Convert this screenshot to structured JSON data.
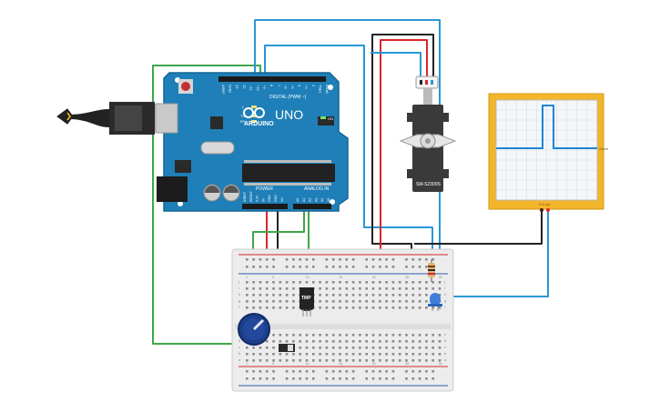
{
  "arduino": {
    "brand": "ARDUINO",
    "model": "UNO",
    "on_label": "ON",
    "digital_label": "DIGITAL (PWM ~)",
    "power_label": "POWER",
    "analog_label": "ANALOG IN",
    "led_labels": [
      "L",
      "TX",
      "RX"
    ],
    "digital_pins": [
      "AREF",
      "GND",
      "13",
      "12",
      "~11",
      "~10",
      "~9",
      "8",
      "7",
      "~6",
      "~5",
      "4",
      "~3",
      "2",
      "TX▸1",
      "RX◂0"
    ],
    "power_pins": [
      "IOREF",
      "RESET",
      "3.3V",
      "5V",
      "GND",
      "GND",
      "Vin"
    ],
    "analog_pins": [
      "A0",
      "A1",
      "A2",
      "A3",
      "A4",
      "A5"
    ],
    "board_color": "#1f7fb8"
  },
  "servo": {
    "model": "SM-S2309S"
  },
  "oscilloscope": {
    "side_label": "Wave",
    "bottom_label": "0.5 ms",
    "frame_color": "#f3b52a",
    "trace_color": "#1f84d6"
  },
  "sensor": {
    "label": "TMP"
  },
  "breadboard": {
    "row_letters_top": [
      "j",
      "i",
      "h",
      "g",
      "f"
    ],
    "row_letters_bottom": [
      "e",
      "d",
      "c",
      "b",
      "a"
    ],
    "column_numbers": [
      "1",
      "5",
      "10",
      "15",
      "20",
      "25",
      "30"
    ]
  },
  "wire_colors": {
    "green": "#3fa64a",
    "blue": "#2a97d4",
    "red": "#d9262c",
    "black": "#222222"
  }
}
